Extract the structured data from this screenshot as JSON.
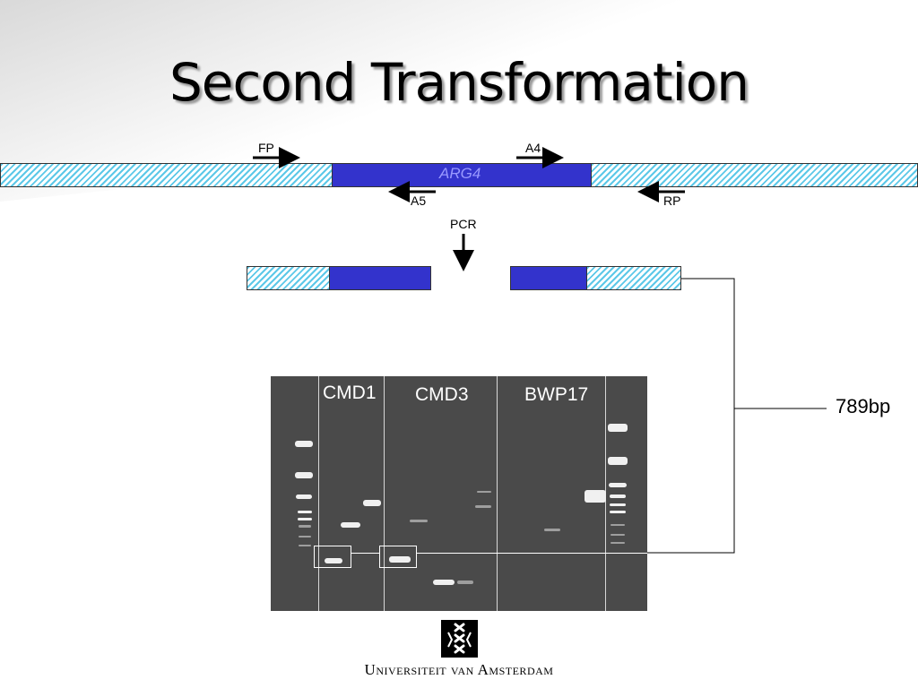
{
  "slide": {
    "title": "Second Transformation"
  },
  "diagram": {
    "gene_name": "ARG4",
    "primers": {
      "fp": "FP",
      "a4": "A4",
      "a5": "A5",
      "rp": "RP"
    },
    "pcr_label": "PCR"
  },
  "gel": {
    "lanes": [
      "CMD1",
      "CMD3",
      "BWP17"
    ],
    "size_label": "789bp"
  },
  "footer": {
    "university": "Universiteit van Amsterdam"
  },
  "colors": {
    "gene_fill": "#3333cc",
    "hatch": "#5cc8e8",
    "gene_text": "#9999ff"
  }
}
